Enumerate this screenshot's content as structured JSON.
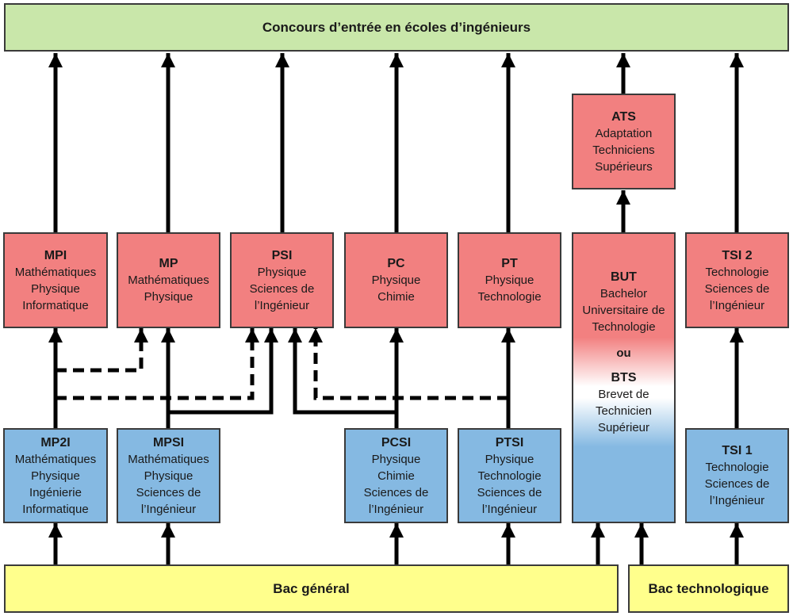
{
  "top_banner": "Concours d’entrée en écoles d’ingénieurs",
  "bottom": {
    "bac_general": "Bac général",
    "bac_techno": "Bac technologique"
  },
  "second_year": [
    {
      "title": "MPI",
      "lines": [
        "Mathématiques",
        "Physique",
        "Informatique"
      ]
    },
    {
      "title": "MP",
      "lines": [
        "Mathématiques",
        "Physique"
      ]
    },
    {
      "title": "PSI",
      "lines": [
        "Physique",
        "Sciences de",
        "l’Ingénieur"
      ]
    },
    {
      "title": "PC",
      "lines": [
        "Physique",
        "Chimie"
      ]
    },
    {
      "title": "PT",
      "lines": [
        "Physique",
        "Technologie"
      ]
    },
    {
      "title": "TSI 2",
      "lines": [
        "Technologie",
        "Sciences de",
        "l’Ingénieur"
      ]
    }
  ],
  "first_year": [
    {
      "title": "MP2I",
      "lines": [
        "Mathématiques",
        "Physique",
        "Ingénierie",
        "Informatique"
      ]
    },
    {
      "title": "MPSI",
      "lines": [
        "Mathématiques",
        "Physique",
        "Sciences de",
        "l’Ingénieur"
      ]
    },
    {
      "title": "PCSI",
      "lines": [
        "Physique",
        "Chimie",
        "Sciences de",
        "l’Ingénieur"
      ]
    },
    {
      "title": "PTSI",
      "lines": [
        "Physique",
        "Technologie",
        "Sciences de",
        "l’Ingénieur"
      ]
    },
    {
      "title": "TSI 1",
      "lines": [
        "Technologie",
        "Sciences de",
        "l’Ingénieur"
      ]
    }
  ],
  "ats": {
    "title": "ATS",
    "lines": [
      "Adaptation",
      "Techniciens",
      "Supérieurs"
    ]
  },
  "but_bts": {
    "but_title": "BUT",
    "but_lines": [
      "Bachelor",
      "Universitaire de",
      "Technologie"
    ],
    "ou": "ou",
    "bts_title": "BTS",
    "bts_lines": [
      "Brevet de",
      "Technicien",
      "Supérieur"
    ]
  }
}
